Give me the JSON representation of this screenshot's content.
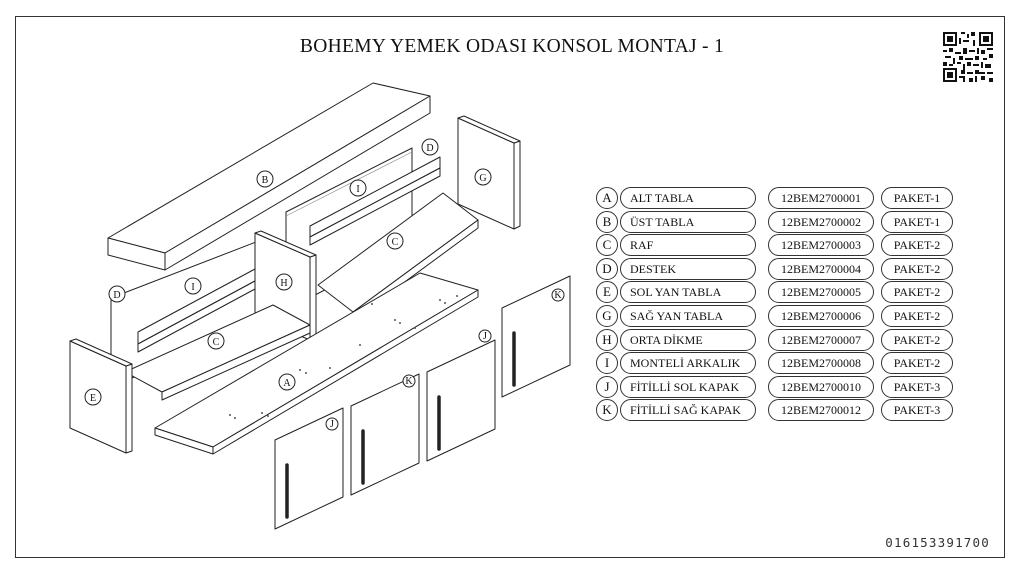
{
  "title": "BOHEMY YEMEK ODASI KONSOL MONTAJ - 1",
  "serial": "016153391700",
  "parts": [
    {
      "letter": "A",
      "name": "ALT TABLA",
      "code": "12BEM2700001",
      "package": "PAKET-1"
    },
    {
      "letter": "B",
      "name": "ÜST TABLA",
      "code": "12BEM2700002",
      "package": "PAKET-1"
    },
    {
      "letter": "C",
      "name": "RAF",
      "code": "12BEM2700003",
      "package": "PAKET-2"
    },
    {
      "letter": "D",
      "name": "DESTEK",
      "code": "12BEM2700004",
      "package": "PAKET-2"
    },
    {
      "letter": "E",
      "name": "SOL YAN TABLA",
      "code": "12BEM2700005",
      "package": "PAKET-2"
    },
    {
      "letter": "G",
      "name": "SAĞ YAN TABLA",
      "code": "12BEM2700006",
      "package": "PAKET-2"
    },
    {
      "letter": "H",
      "name": "ORTA DİKME",
      "code": "12BEM2700007",
      "package": "PAKET-2"
    },
    {
      "letter": "I",
      "name": "MONTELİ ARKALIK",
      "code": "12BEM2700008",
      "package": "PAKET-2"
    },
    {
      "letter": "J",
      "name": "FİTİLLİ SOL KAPAK",
      "code": "12BEM2700010",
      "package": "PAKET-3"
    },
    {
      "letter": "K",
      "name": "FİTİLLİ SAĞ KAPAK",
      "code": "12BEM2700012",
      "package": "PAKET-3"
    }
  ],
  "diagram_labels": {
    "A": "A",
    "B": "B",
    "C": "C",
    "D": "D",
    "E": "E",
    "G": "G",
    "H": "H",
    "I": "I",
    "J": "J",
    "K": "K"
  },
  "qr_icon": "qr-code-icon"
}
